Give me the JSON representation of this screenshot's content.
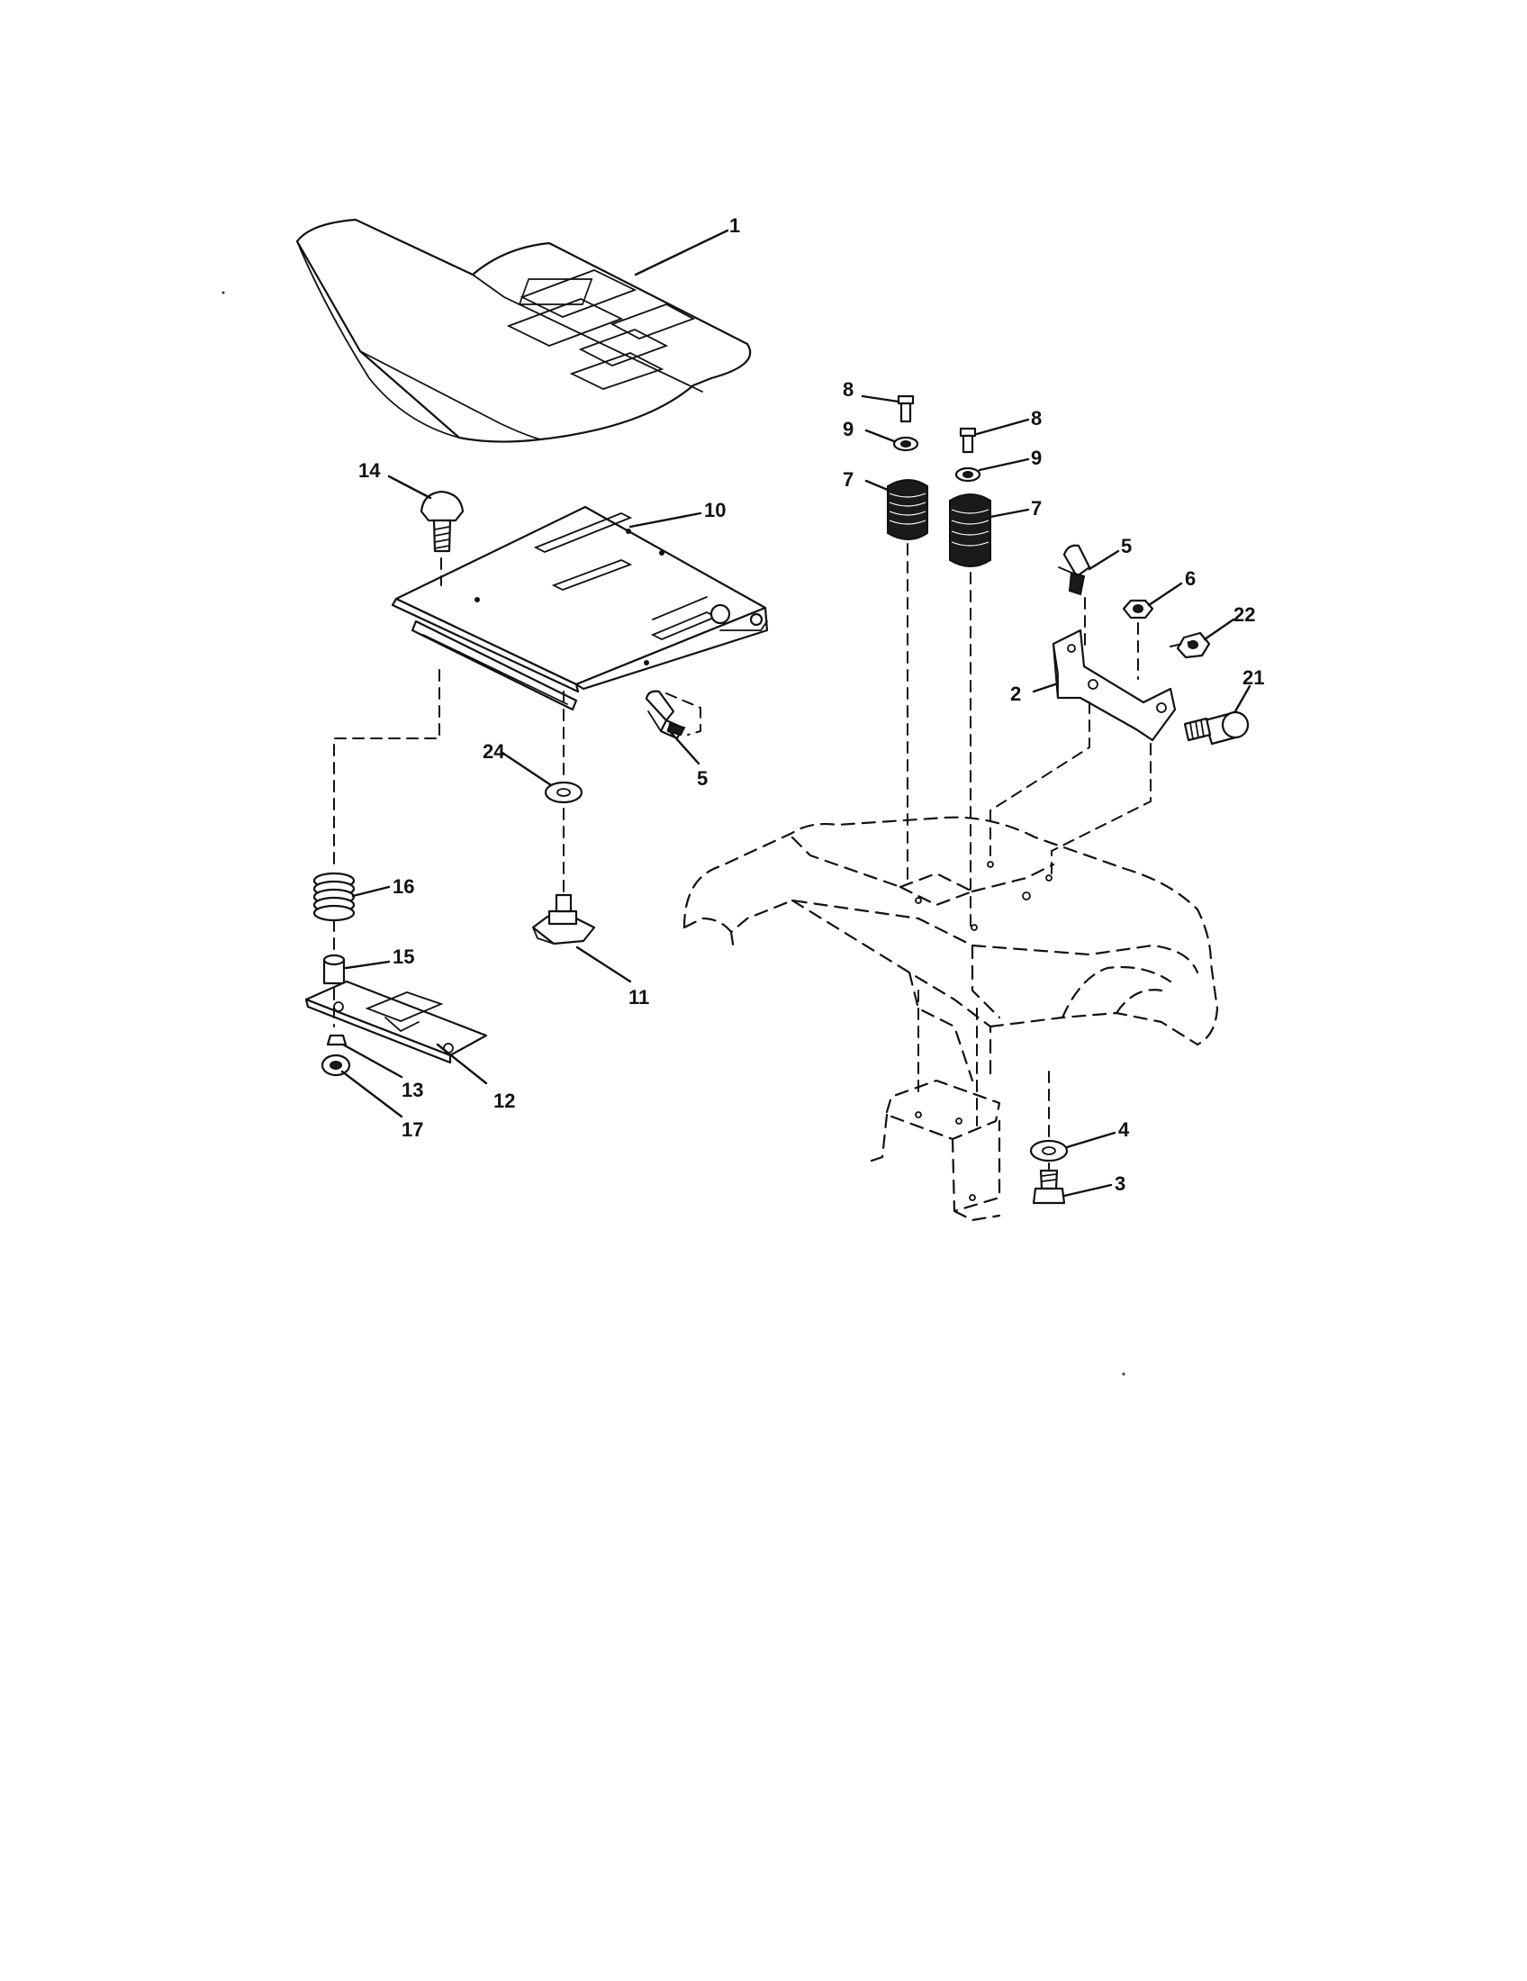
{
  "diagram": {
    "callouts": {
      "c1": "1",
      "c2": "2",
      "c3": "3",
      "c4": "4",
      "c5a": "5",
      "c5b": "5",
      "c6": "6",
      "c7a": "7",
      "c7b": "7",
      "c8a": "8",
      "c8b": "8",
      "c9a": "9",
      "c9b": "9",
      "c10": "10",
      "c11": "11",
      "c12": "12",
      "c13": "13",
      "c14": "14",
      "c15": "15",
      "c16": "16",
      "c17": "17",
      "c21": "21",
      "c22": "22",
      "c24": "24"
    }
  }
}
